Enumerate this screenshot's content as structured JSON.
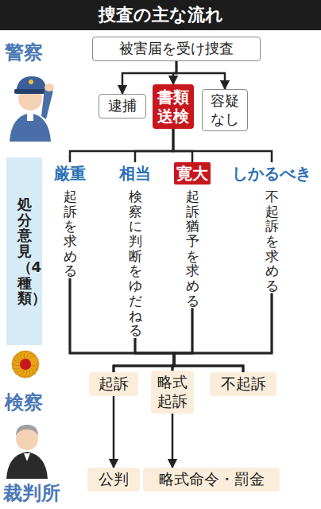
{
  "diagram": {
    "title": "捜査の主な流れ",
    "nodes": [
      {
        "text": [
          "被害届を受け捜査"
        ]
      },
      {
        "text": [
          "逮捕"
        ]
      },
      {
        "text": [
          "書類送検"
        ]
      },
      {
        "text": [
          "容疑なし"
        ]
      },
      {
        "text": [
          "処分意見（4種類）"
        ]
      },
      {
        "text": [
          "厳重",
          "起訴を求める"
        ]
      },
      {
        "text": [
          "相当",
          "検察に判断をゆだねる"
        ]
      },
      {
        "text": [
          "寛大",
          "起訴猶予を求める"
        ]
      },
      {
        "text": [
          "しかるべき",
          "不起訴を求める"
        ]
      },
      {
        "text": [
          "起訴"
        ]
      },
      {
        "text": [
          "略式起訴"
        ]
      },
      {
        "text": [
          "不起訴"
        ]
      },
      {
        "text": [
          "公判"
        ]
      },
      {
        "text": [
          "略式命令・罰金"
        ]
      }
    ],
    "edges": [
      {
        "from": 0,
        "to": 1,
        "arrow": "to"
      },
      {
        "from": 0,
        "to": 2,
        "arrow": "to"
      },
      {
        "from": 0,
        "to": 3,
        "arrow": "to"
      },
      {
        "from": 2,
        "to": 5,
        "arrow": "none"
      },
      {
        "from": 2,
        "to": 6,
        "arrow": "none"
      },
      {
        "from": 2,
        "to": 7,
        "arrow": "none"
      },
      {
        "from": 2,
        "to": 8,
        "arrow": "none"
      },
      {
        "from": 5,
        "to": 9,
        "arrow": "none"
      },
      {
        "from": 5,
        "to": 10,
        "arrow": "none"
      },
      {
        "from": 5,
        "to": 11,
        "arrow": "none"
      },
      {
        "from": 6,
        "to": 9,
        "arrow": "none"
      },
      {
        "from": 6,
        "to": 10,
        "arrow": "none"
      },
      {
        "from": 6,
        "to": 11,
        "arrow": "none"
      },
      {
        "from": 7,
        "to": 9,
        "arrow": "none"
      },
      {
        "from": 7,
        "to": 10,
        "arrow": "none"
      },
      {
        "from": 7,
        "to": 11,
        "arrow": "none"
      },
      {
        "from": 8,
        "to": 9,
        "arrow": "none"
      },
      {
        "from": 8,
        "to": 10,
        "arrow": "none"
      },
      {
        "from": 8,
        "to": 11,
        "arrow": "none"
      },
      {
        "from": 9,
        "to": 12,
        "arrow": "to"
      },
      {
        "from": 10,
        "to": 13,
        "arrow": "to"
      }
    ],
    "labels": [
      "警察",
      "検察",
      "裁判所"
    ]
  }
}
